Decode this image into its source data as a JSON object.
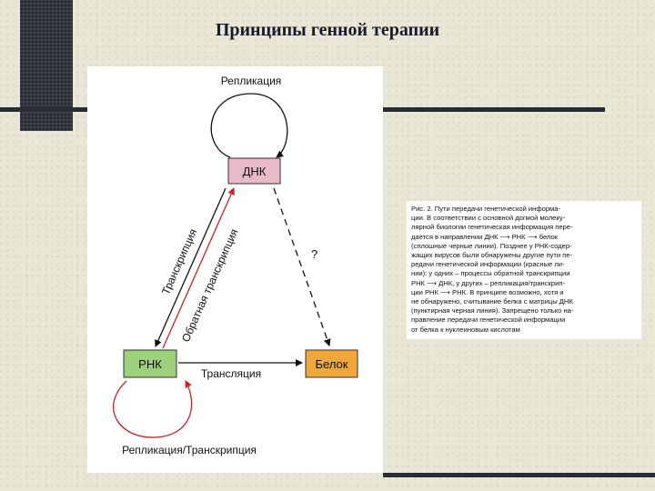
{
  "slide": {
    "title": "Принципы генной терапии"
  },
  "diagram": {
    "nodes": {
      "dna": "ДНК",
      "rna": "РНК",
      "protein": "Белок"
    },
    "labels": {
      "replication": "Репликация",
      "transcription": "Транскрипция",
      "reverse_transcription": "Обратная транскрипция",
      "translation": "Трансляция",
      "question": "?",
      "rna_replication": "Репликация/Транскрипция"
    },
    "colors": {
      "dna_fill": "#e8b9c6",
      "rna_fill": "#9cd07a",
      "protein_fill": "#f0a73a",
      "reverse_arrow": "#cc2222"
    }
  },
  "caption": {
    "lines": [
      "Рис. 2. Пути передачи генетической информа-",
      "ции. В соответствии с основной догмой молеку-",
      "лярной биологии генетическая информация пере-",
      "дается в направлении ДНК ⟶ РНК ⟶ белок",
      "(сплошные черные линии). Позднее у РНК-содер-",
      "жащих вирусов были обнаружены другие пути пе-",
      "редачи генетической информации (красные ли-",
      "нии): у одних – процессы обратной транскрипции",
      "РНК ⟶ ДНК, у других – репликация/транскрип-",
      "ции РНК ⟶ РНК. В принципе возможно, хотя и",
      "не обнаружено, считывание белка с матрицы ДНК",
      "(пунктирная черная линия). Запрещено только на-",
      "правление передачи генетической информации",
      "от белка к нуклеиновым кислотам"
    ]
  }
}
